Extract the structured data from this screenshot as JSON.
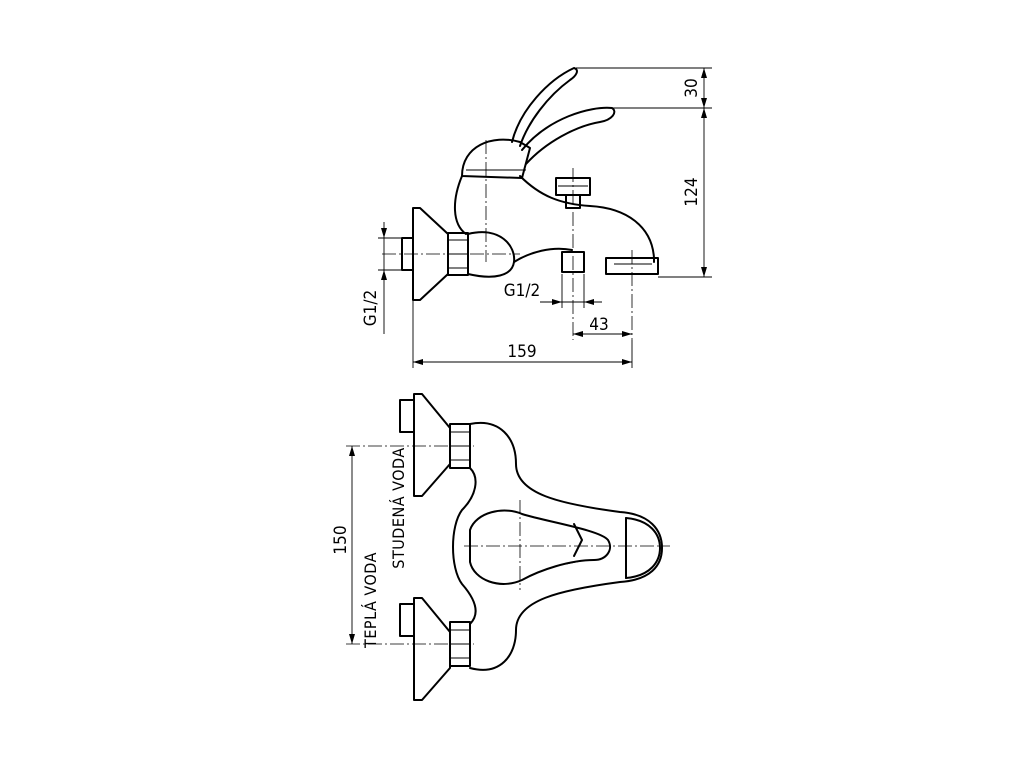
{
  "dimensions": {
    "top_height": "30",
    "body_height": "124",
    "inlet_thread": "G1/2",
    "outlet_thread": "G1/2",
    "outlet_offset": "43",
    "overall_depth": "159",
    "inlet_spacing": "150"
  },
  "labels": {
    "cold_water": "STUDENÁ VODA",
    "hot_water": "TEPLÁ VODA"
  }
}
